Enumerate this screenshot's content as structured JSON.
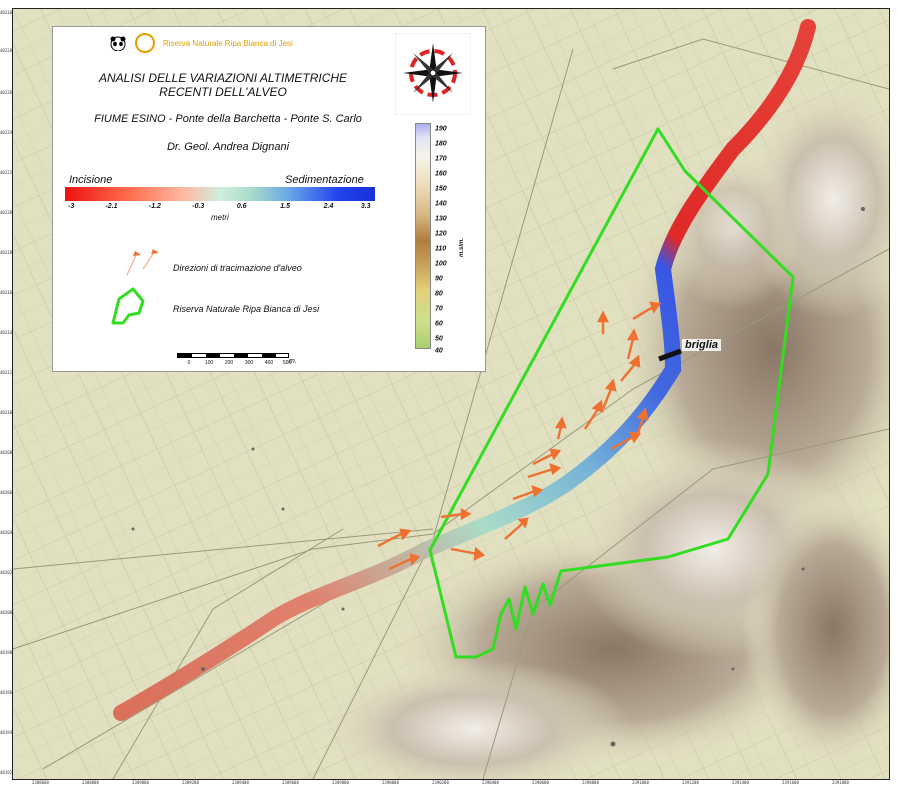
{
  "legend": {
    "reserve_logo_text": "Riserva Naturale Ripa Bianca di Jesi",
    "title_line1": "ANALISI DELLE VARIAZIONI ALTIMETRICHE",
    "title_line2": "RECENTI DELL'ALVEO",
    "subtitle": "FIUME ESINO - Ponte della Barchetta - Ponte S. Carlo",
    "author": "Dr. Geol. Andrea Dignani",
    "incisione_label": "Incisione",
    "sedimentazione_label": "Sedimentazione",
    "change_ticks": [
      "-3",
      "-2.1",
      "-1.2",
      "-0.3",
      "0.6",
      "1.5",
      "2.4",
      "3.3"
    ],
    "change_unit": "metri",
    "arrow_legend": "Direzioni di tracimazione d'alveo",
    "boundary_legend": "Riserva Naturale Ripa Bianca di Jesi",
    "scale_ticks": [
      "0",
      "100",
      "200",
      "300",
      "400",
      "500"
    ],
    "scale_unit": "m.",
    "elevation_ticks": [
      "190",
      "180",
      "170",
      "160",
      "150",
      "140",
      "130",
      "120",
      "110",
      "100",
      "90",
      "80",
      "70",
      "60",
      "50",
      "40"
    ],
    "elevation_unit": "m.slm."
  },
  "map": {
    "briglia_label": "briglia"
  },
  "colors": {
    "incisione": "#ee1111",
    "sedimentazione": "#1a2fd8",
    "reserve_boundary": "#33dd22",
    "overflow_arrows": "#f07030"
  }
}
